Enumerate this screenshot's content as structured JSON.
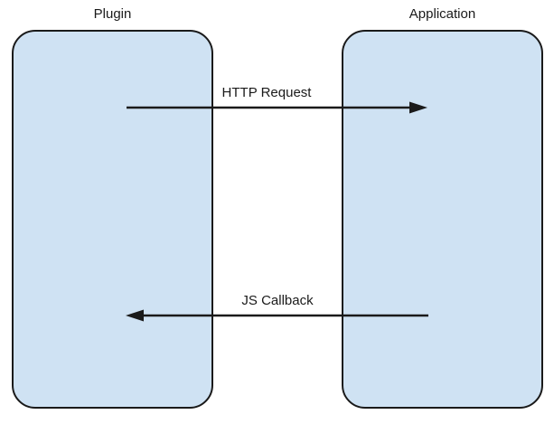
{
  "diagram": {
    "nodes": [
      {
        "id": "plugin",
        "label": "Plugin"
      },
      {
        "id": "application",
        "label": "Application"
      }
    ],
    "edges": [
      {
        "id": "http-request",
        "label": "HTTP Request",
        "from": "plugin",
        "to": "application",
        "direction": "right"
      },
      {
        "id": "js-callback",
        "label": "JS Callback",
        "from": "application",
        "to": "plugin",
        "direction": "left"
      }
    ],
    "colors": {
      "node_fill": "#cfe2f3",
      "node_border": "#1a1a1a",
      "arrow": "#1a1a1a",
      "background": "#ffffff",
      "text": "#1a1a1a"
    }
  }
}
